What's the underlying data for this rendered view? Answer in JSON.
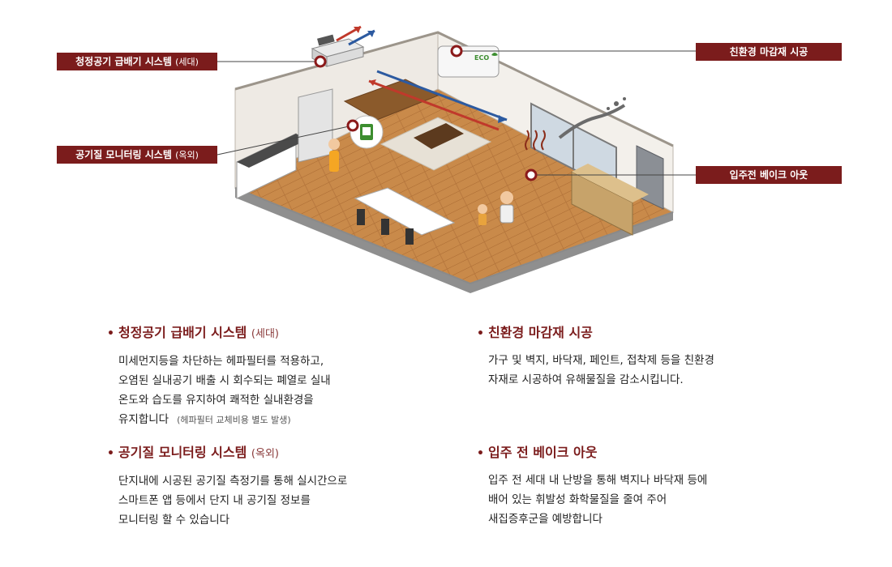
{
  "callouts": {
    "supply_exhaust": {
      "main": "청정공기 급배기 시스템",
      "sub": "(세대)"
    },
    "monitoring": {
      "main": "공기질 모니터링 시스템",
      "sub": "(옥외)"
    },
    "eco_finish": {
      "main": "친환경 마감재 시공"
    },
    "bake_out": {
      "main": "입주전 베이크 아웃"
    }
  },
  "eco_badge": "ECO",
  "sections": {
    "supply_exhaust": {
      "title": "청정공기 급배기 시스템",
      "subtitle": "(세대)",
      "lines": [
        "미세먼지등을 차단하는 헤파필터를 적용하고,",
        "오염된 실내공기 배출 시 회수되는 폐열로 실내",
        "온도와 습도를 유지하여 쾌적한 실내환경을",
        "유지합니다"
      ],
      "note": "(헤파필터 교체비용 별도 발생)"
    },
    "eco_finish": {
      "title": "친환경 마감재 시공",
      "lines": [
        "가구 및 벽지, 바닥재, 페인트, 접착제 등을 친환경",
        "자재로 시공하여 유해물질을 감소시킵니다."
      ]
    },
    "monitoring": {
      "title": "공기질 모니터링 시스템",
      "subtitle": "(옥외)",
      "lines": [
        "단지내에 시공된 공기질 측정기를 통해 실시간으로",
        "스마트폰 앱 등에서 단지 내 공기질 정보를",
        "모니터링 할 수 있습니다"
      ]
    },
    "bake_out": {
      "title": "입주 전 베이크 아웃",
      "lines": [
        "입주 전 세대 내 난방을 통해 벽지나 바닥재 등에",
        "배어 있는 휘발성 화학물질을 줄여 주어",
        "새집증후군을 예방합니다"
      ]
    }
  }
}
